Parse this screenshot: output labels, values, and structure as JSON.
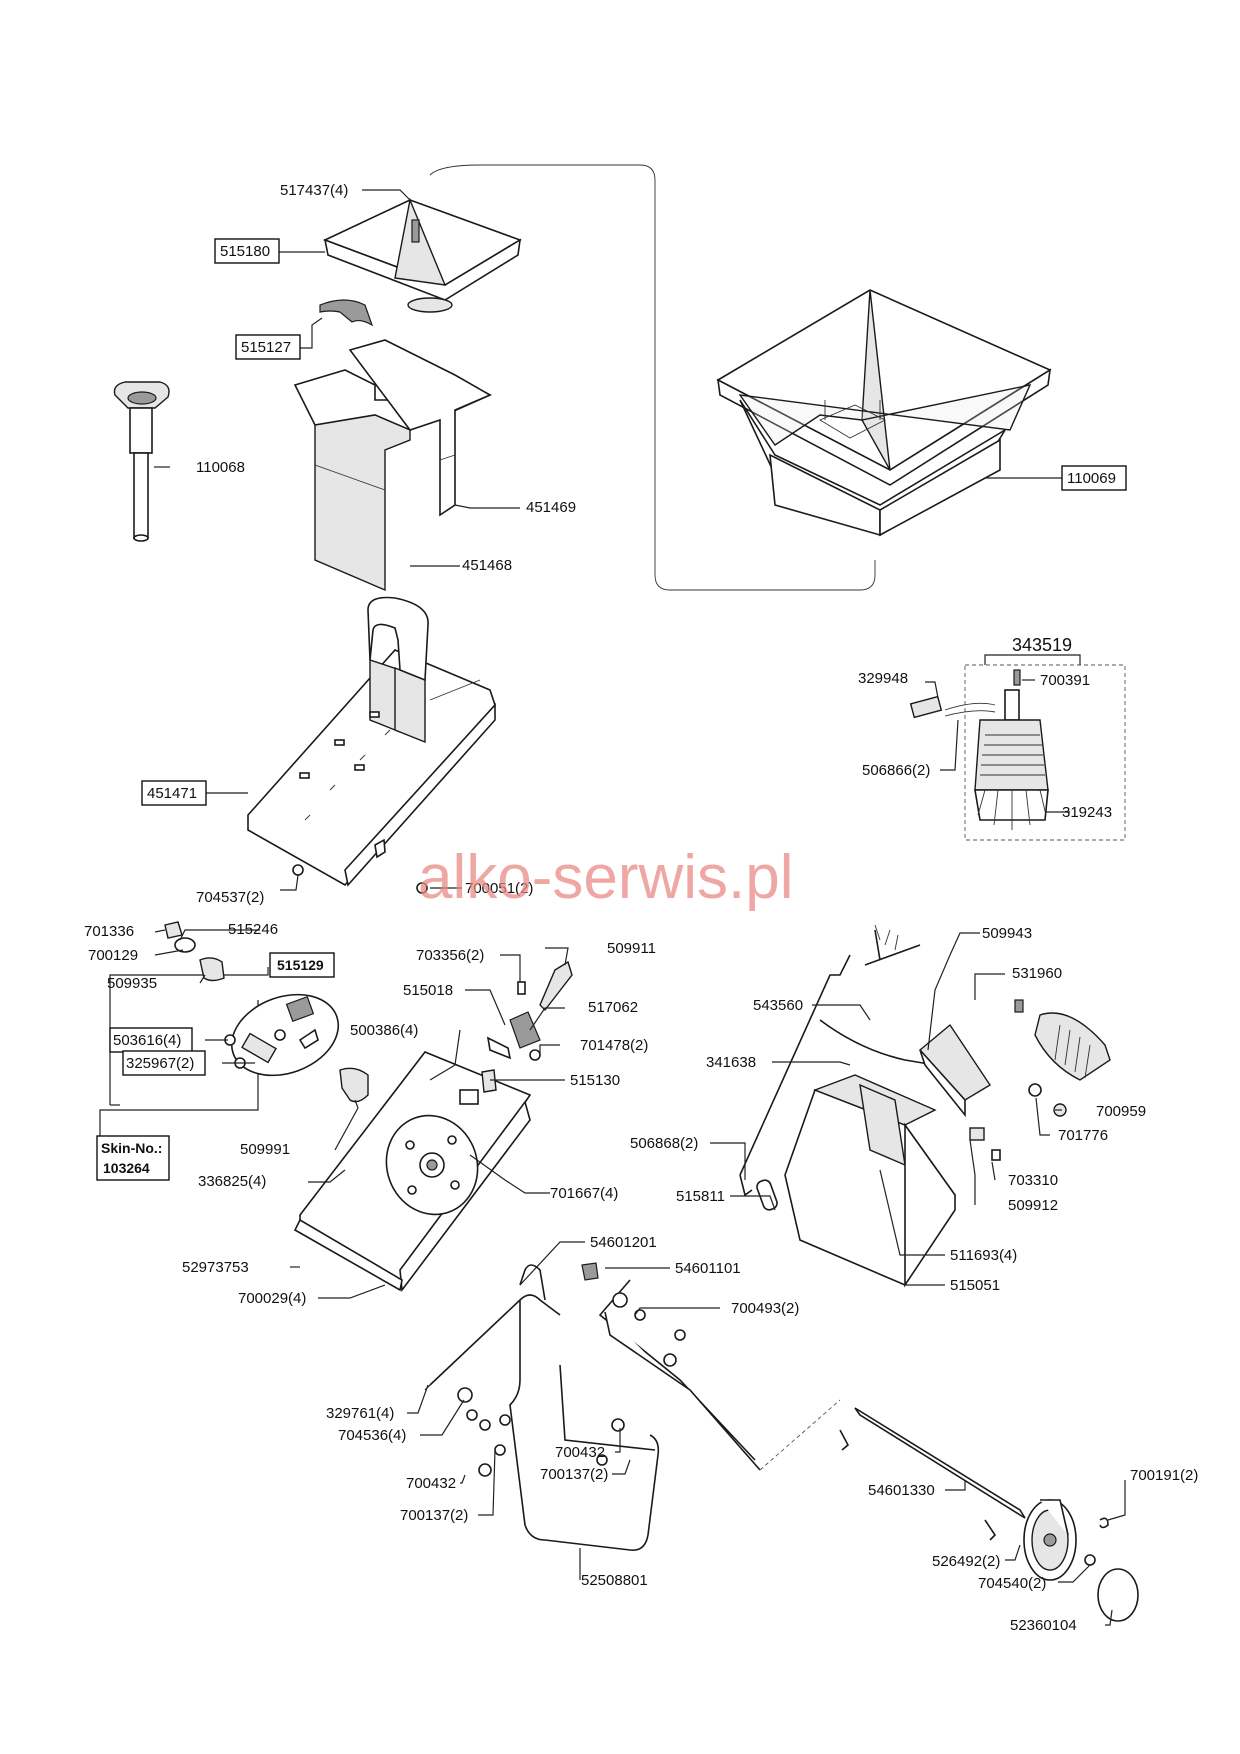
{
  "watermark": "alko-serwis.pl",
  "labels": {
    "p517437": "517437(4)",
    "p515180": "515180",
    "p515127": "515127",
    "p110068": "110068",
    "p451469": "451469",
    "p451468": "451468",
    "p110069": "110069",
    "p451471": "451471",
    "p704537": "704537(2)",
    "p700051": "700051(2)",
    "p343519": "343519",
    "p329948": "329948",
    "p700391": "700391",
    "p506866": "506866(2)",
    "p319243": "319243",
    "p701336": "701336",
    "p515246": "515246",
    "p700129": "700129",
    "p509935": "509935",
    "p515129": "515129",
    "p503616": "503616(4)",
    "p325967": "325967(2)",
    "skin_title": "Skin-No.:",
    "skin_number": "103264",
    "p509991": "509991",
    "p336825": "336825(4)",
    "p52973753": "52973753",
    "p700029": "700029(4)",
    "p703356": "703356(2)",
    "p509911": "509911",
    "p515018": "515018",
    "p517062": "517062",
    "p500386": "500386(4)",
    "p701478": "701478(2)",
    "p515130": "515130",
    "p701667": "701667(4)",
    "p509943": "509943",
    "p531960": "531960",
    "p543560": "543560",
    "p341638": "341638",
    "p700959": "700959",
    "p701776": "701776",
    "p506868": "506868(2)",
    "p703310": "703310",
    "p515811": "515811",
    "p509912": "509912",
    "p511693": "511693(4)",
    "p515051": "515051",
    "p54601201": "54601201",
    "p54601101": "54601101",
    "p700493": "700493(2)",
    "p329761": "329761(4)",
    "p704536": "704536(4)",
    "p700432a": "700432",
    "p700432b": "700432",
    "p700137a": "700137(2)",
    "p700137b": "700137(2)",
    "p54601330": "54601330",
    "p700191": "700191(2)",
    "p526492": "526492(2)",
    "p704540": "704540(2)",
    "p52508801": "52508801",
    "p52360104": "52360104"
  },
  "colors": {
    "watermark": "#e88a84",
    "line": "#222222",
    "part_fill_dark": "#9a9a9a",
    "part_fill_light": "#e6e6e6"
  }
}
